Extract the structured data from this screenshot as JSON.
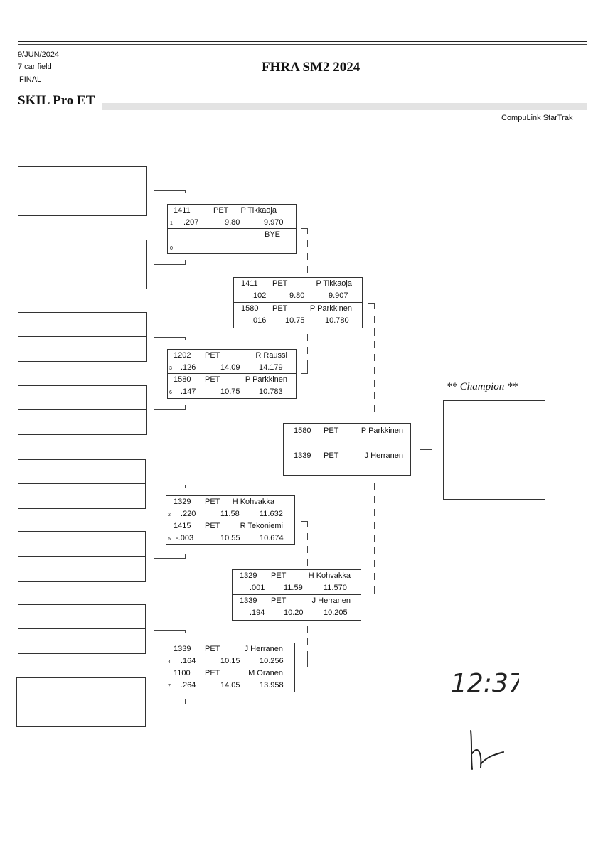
{
  "header": {
    "date": "9/JUN/2024",
    "field": "7 car field",
    "round": "FINAL",
    "event_title": "FHRA SM2 2024",
    "class_name": "SKIL Pro ET",
    "software": "CompuLink StarTrak"
  },
  "round1": [
    {
      "top": {
        "number": "1411",
        "cls": "PET",
        "name": "P Tikkaoja",
        "seed": "1",
        "rt": ".207",
        "dial": "9.80",
        "et": "9.970"
      },
      "bottom": {
        "number": "",
        "cls": "",
        "name": "BYE",
        "seed": "0",
        "rt": "",
        "dial": "",
        "et": ""
      }
    },
    {
      "top": {
        "number": "1202",
        "cls": "PET",
        "name": "R Raussi",
        "seed": "3",
        "rt": ".126",
        "dial": "14.09",
        "et": "14.179"
      },
      "bottom": {
        "number": "1580",
        "cls": "PET",
        "name": "P Parkkinen",
        "seed": "6",
        "rt": ".147",
        "dial": "10.75",
        "et": "10.783"
      }
    },
    {
      "top": {
        "number": "1329",
        "cls": "PET",
        "name": "H Kohvakka",
        "seed": "2",
        "rt": ".220",
        "dial": "11.58",
        "et": "11.632"
      },
      "bottom": {
        "number": "1415",
        "cls": "PET",
        "name": "R Tekoniemi",
        "seed": "5",
        "rt": "-.003",
        "dial": "10.55",
        "et": "10.674"
      }
    },
    {
      "top": {
        "number": "1339",
        "cls": "PET",
        "name": "J Herranen",
        "seed": "4",
        "rt": ".164",
        "dial": "10.15",
        "et": "10.256"
      },
      "bottom": {
        "number": "1100",
        "cls": "PET",
        "name": "M Oranen",
        "seed": "7",
        "rt": ".264",
        "dial": "14.05",
        "et": "13.958"
      }
    }
  ],
  "semifinals": [
    {
      "top": {
        "number": "1411",
        "cls": "PET",
        "name": "P Tikkaoja",
        "rt": ".102",
        "dial": "9.80",
        "et": "9.907"
      },
      "bottom": {
        "number": "1580",
        "cls": "PET",
        "name": "P Parkkinen",
        "rt": ".016",
        "dial": "10.75",
        "et": "10.780"
      }
    },
    {
      "top": {
        "number": "1329",
        "cls": "PET",
        "name": "H Kohvakka",
        "rt": ".001",
        "dial": "11.59",
        "et": "11.570"
      },
      "bottom": {
        "number": "1339",
        "cls": "PET",
        "name": "J Herranen",
        "rt": ".194",
        "dial": "10.20",
        "et": "10.205"
      }
    }
  ],
  "final": {
    "top": {
      "number": "1580",
      "cls": "PET",
      "name": "P Parkkinen"
    },
    "bottom": {
      "number": "1339",
      "cls": "PET",
      "name": "J Herranen"
    }
  },
  "champion": {
    "label": "** Champion **",
    "name": ""
  },
  "handwriting": {
    "time": "12:37"
  }
}
